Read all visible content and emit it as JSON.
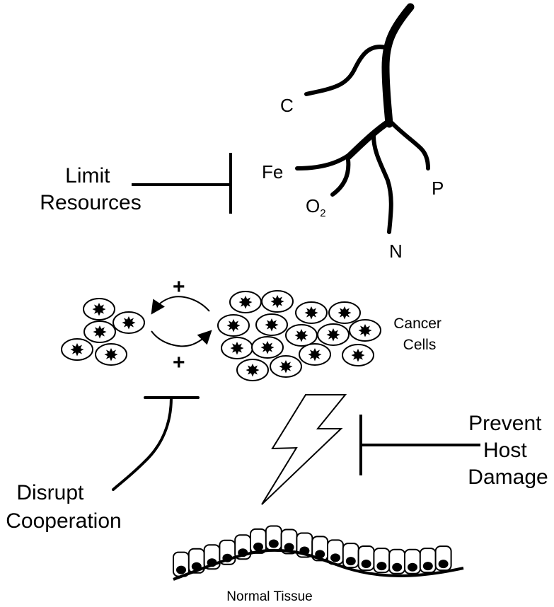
{
  "labels": {
    "limit_resources_line1": "Limit",
    "limit_resources_line2": "Resources",
    "disrupt_cooperation_line1": "Disrupt",
    "disrupt_cooperation_line2": "Cooperation",
    "prevent_host_damage_line1": "Prevent",
    "prevent_host_damage_line2": "Host",
    "prevent_host_damage_line3": "Damage",
    "cancer_cells_line1": "Cancer",
    "cancer_cells_line2": "Cells",
    "normal_tissue": "Normal Tissue",
    "plus_top": "+",
    "plus_bottom": "+"
  },
  "resources": {
    "c": "C",
    "fe": "Fe",
    "o2_base": "O",
    "o2_sub": "2",
    "p": "P",
    "n": "N"
  },
  "colors": {
    "ink": "#000000",
    "background": "#ffffff"
  }
}
